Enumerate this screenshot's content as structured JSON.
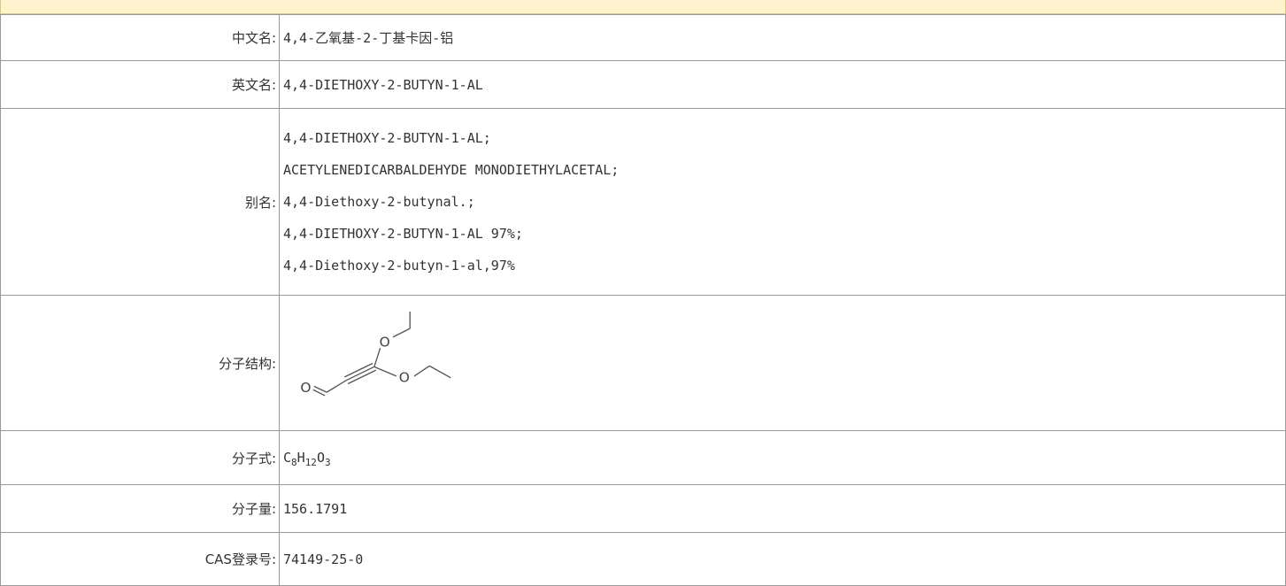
{
  "rows": {
    "chinese_name": {
      "label": "中文名:",
      "value": "4,4-乙氧基-2-丁基卡因-铝"
    },
    "english_name": {
      "label": "英文名:",
      "value": "4,4-DIETHOXY-2-BUTYN-1-AL"
    },
    "aliases": {
      "label": "别名:",
      "values": [
        "4,4-DIETHOXY-2-BUTYN-1-AL;",
        "ACETYLENEDICARBALDEHYDE MONODIETHYLACETAL;",
        "4,4-Diethoxy-2-butynal.;",
        "4,4-DIETHOXY-2-BUTYN-1-AL 97%;",
        "4,4-Diethoxy-2-butyn-1-al,97%"
      ]
    },
    "structure": {
      "label": "分子结构:",
      "atom_o1": "O",
      "atom_o2": "O",
      "atom_o3": "O"
    },
    "formula": {
      "label": "分子式:",
      "c": "C",
      "c_n": "8",
      "h": "H",
      "h_n": "12",
      "o": "O",
      "o_n": "3"
    },
    "weight": {
      "label": "分子量:",
      "value": "156.1791"
    },
    "cas": {
      "label": "CAS登录号:",
      "value": "74149-25-0"
    }
  }
}
